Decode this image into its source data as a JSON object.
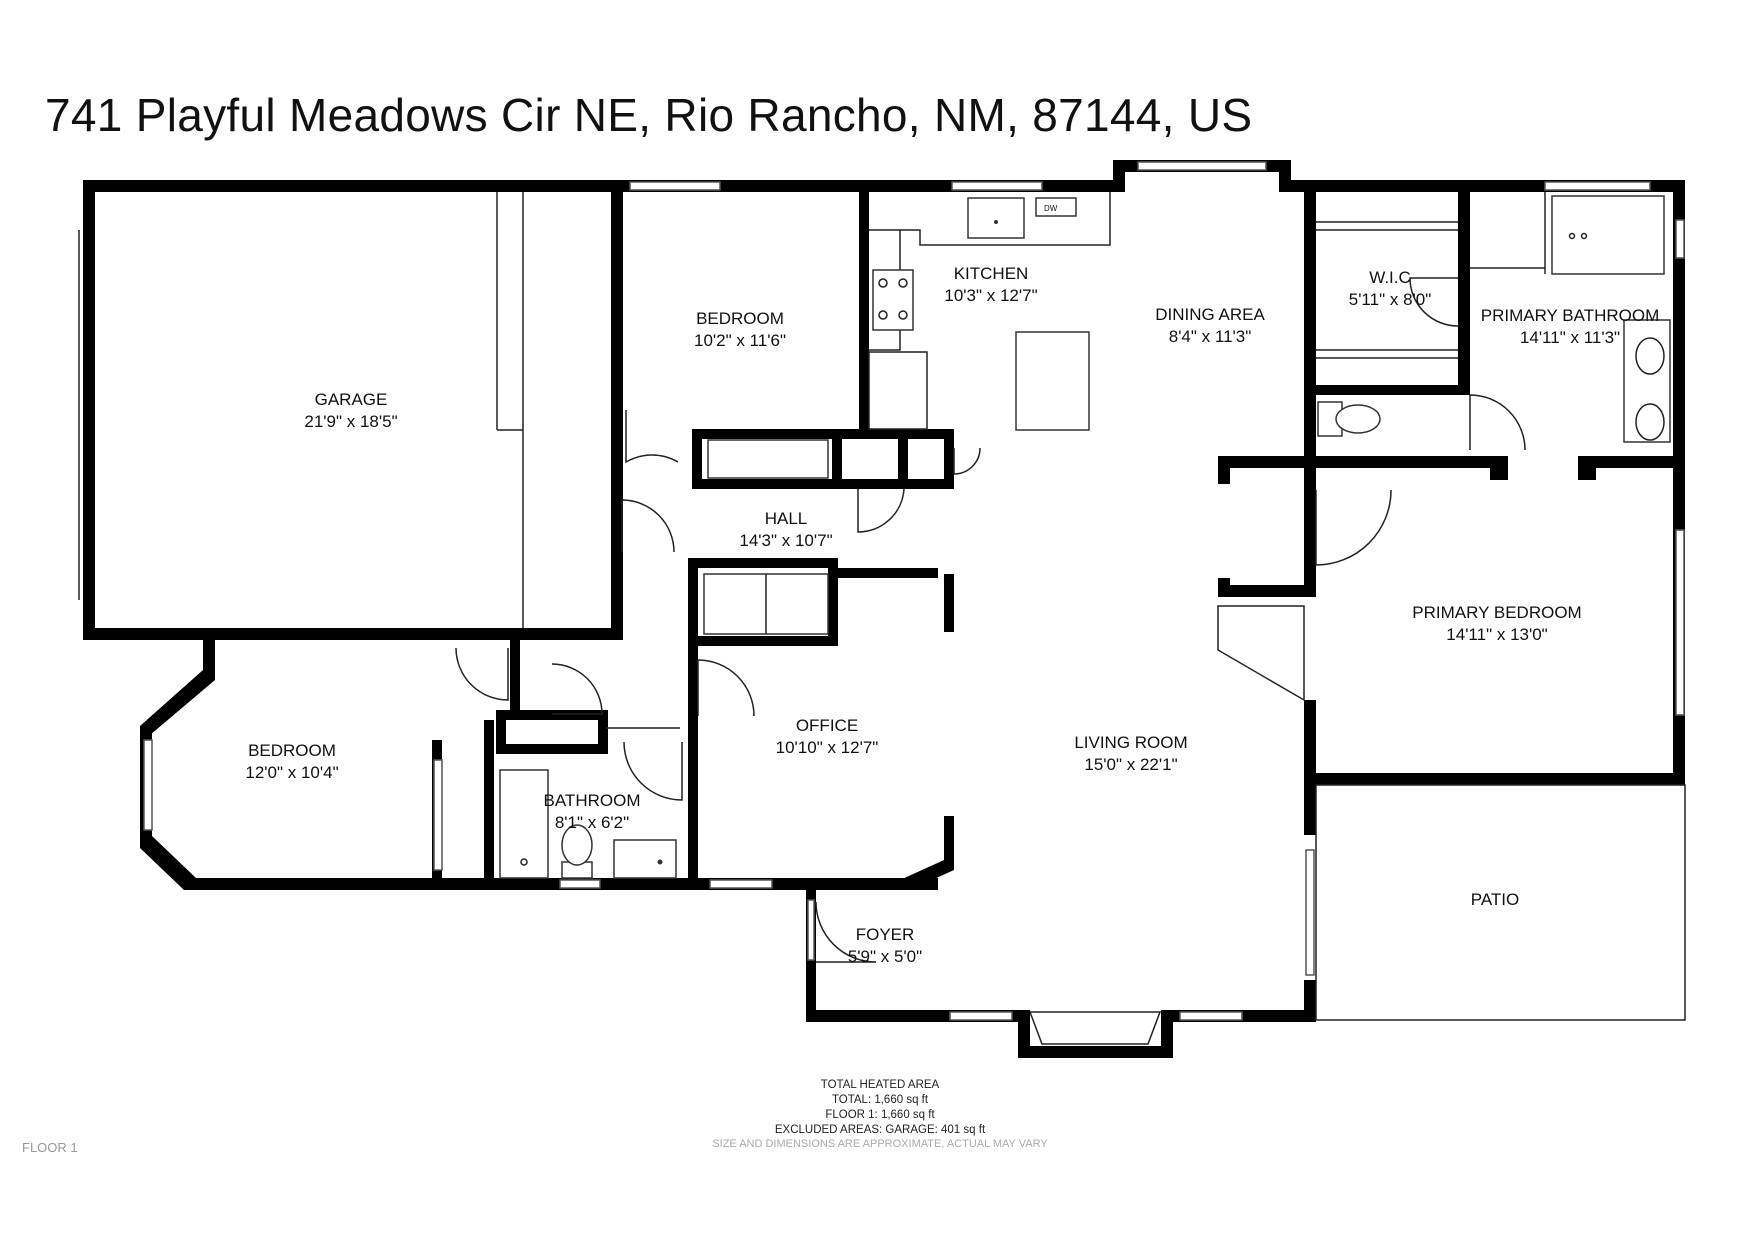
{
  "address": "741 Playful Meadows Cir NE, Rio Rancho, NM, 87144, US",
  "rooms": {
    "garage": {
      "name": "GARAGE",
      "dim": "21'9\" x 18'5\""
    },
    "bedroom_top": {
      "name": "BEDROOM",
      "dim": "10'2\" x 11'6\""
    },
    "kitchen": {
      "name": "KITCHEN",
      "dim": "10'3\" x 12'7\""
    },
    "dining": {
      "name": "DINING AREA",
      "dim": "8'4\" x 11'3\""
    },
    "wic": {
      "name": "W.I.C",
      "dim": "5'11\" x 8'0\""
    },
    "primary_bath": {
      "name": "PRIMARY BATHROOM",
      "dim": "14'11\" x 11'3\""
    },
    "hall": {
      "name": "HALL",
      "dim": "14'3\" x 10'7\""
    },
    "primary_bed": {
      "name": "PRIMARY BEDROOM",
      "dim": "14'11\" x 13'0\""
    },
    "bedroom_left": {
      "name": "BEDROOM",
      "dim": "12'0\" x 10'4\""
    },
    "office": {
      "name": "OFFICE",
      "dim": "10'10\" x 12'7\""
    },
    "living": {
      "name": "LIVING ROOM",
      "dim": "15'0\" x 22'1\""
    },
    "bathroom": {
      "name": "BATHROOM",
      "dim": "8'1\" x 6'2\""
    },
    "foyer": {
      "name": "FOYER",
      "dim": "5'9\" x 5'0\""
    },
    "patio": {
      "name": "PATIO",
      "dim": ""
    }
  },
  "appliance_label": "DW",
  "area_summary": {
    "heading": "TOTAL HEATED AREA",
    "total": "TOTAL: 1,660 sq ft",
    "floor1": "FLOOR 1: 1,660 sq ft",
    "excluded": "EXCLUDED AREAS: GARAGE: 401 sq ft"
  },
  "floor_label": "FLOOR 1",
  "disclaimer": "SIZE AND DIMENSIONS ARE APPROXIMATE, ACTUAL MAY VARY"
}
